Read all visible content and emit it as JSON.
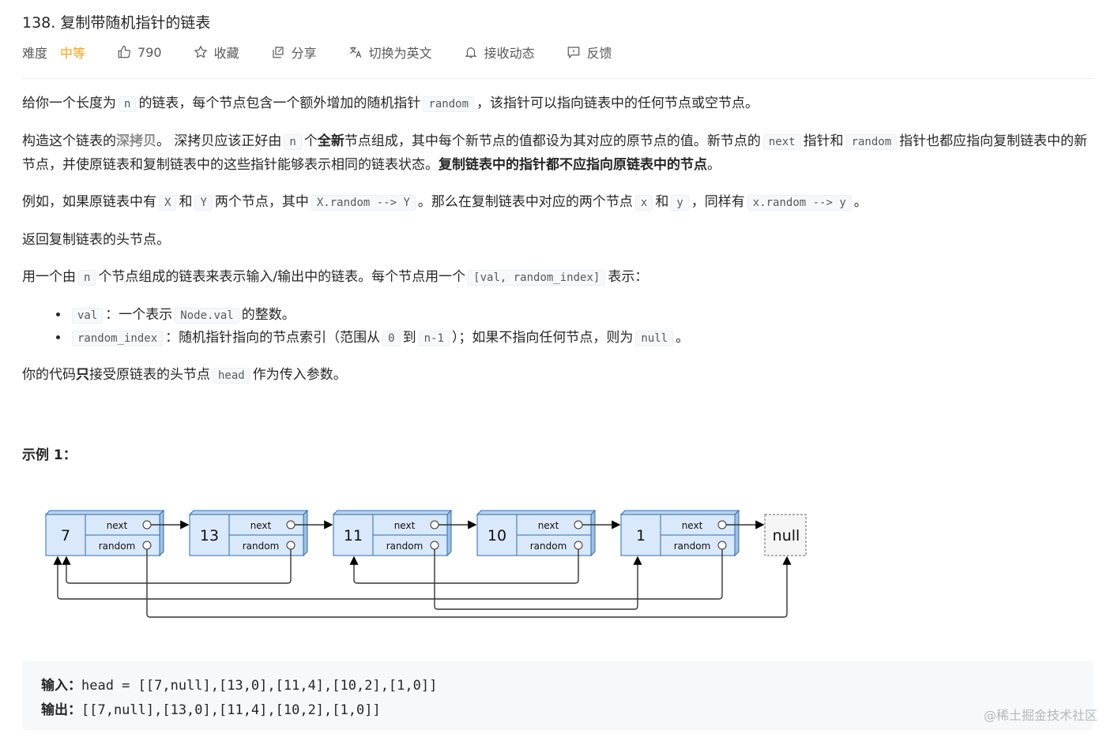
{
  "problem": {
    "title": "138. 复制带随机指针的链表",
    "difficulty_label": "难度",
    "difficulty": "中等",
    "likes": "790",
    "collect": "收藏",
    "share": "分享",
    "switch_lang": "切换为英文",
    "subscribe": "接收动态",
    "feedback": "反馈"
  },
  "desc": {
    "p1_a": "给你一个长度为",
    "p1_code1": "n",
    "p1_b": "的链表，每个节点包含一个额外增加的随机指针",
    "p1_code2": "random",
    "p1_c": "，该指针可以指向链表中的任何节点或空节点。",
    "p2_a": "构造这个链表的",
    "p2_bold1": "深拷贝",
    "p2_b": "。 深拷贝应该正好由",
    "p2_code1": "n",
    "p2_c": "个",
    "p2_bold2": "全新",
    "p2_d": "节点组成，其中每个新节点的值都设为其对应的原节点的值。新节点的",
    "p2_code2": "next",
    "p2_e": "指针和",
    "p2_code3": "random",
    "p2_f": "指针也都应指向复制链表中的新节点，并使原链表和复制链表中的这些指针能够表示相同的链表状态。",
    "p2_bold3": "复制链表中的指针都不应指向原链表中的节点",
    "p2_g": "。",
    "p3_a": "例如，如果原链表中有",
    "p3_code1": "X",
    "p3_b": "和",
    "p3_code2": "Y",
    "p3_c": "两个节点，其中",
    "p3_code3": "X.random --> Y",
    "p3_d": "。那么在复制链表中对应的两个节点",
    "p3_code4": "x",
    "p3_e": "和",
    "p3_code5": "y",
    "p3_f": "，同样有",
    "p3_code6": "x.random --> y",
    "p3_g": "。",
    "p4": "返回复制链表的头节点。",
    "p5_a": "用一个由",
    "p5_code1": "n",
    "p5_b": "个节点组成的链表来表示输入/输出中的链表。每个节点用一个",
    "p5_code2": "[val, random_index]",
    "p5_c": "表示：",
    "li1_code": "val",
    "li1_a": "：一个表示",
    "li1_code2": "Node.val",
    "li1_b": "的整数。",
    "li2_code": "random_index",
    "li2_a": "：随机指针指向的节点索引（范围从",
    "li2_code2": "0",
    "li2_b": "到",
    "li2_code3": "n-1",
    "li2_c": "）；如果不指向任何节点，则为",
    "li2_code4": "null",
    "li2_d": "。",
    "p6_a": "你的代码",
    "p6_bold": "只",
    "p6_b": "接受原链表的头节点",
    "p6_code": "head",
    "p6_c": "作为传入参数。"
  },
  "example": {
    "title": "示例 1：",
    "input_label": "输入：",
    "input_value": "head = [[7,null],[13,0],[11,4],[10,2],[1,0]]",
    "output_label": "输出：",
    "output_value": "[[7,null],[13,0],[11,4],[10,2],[1,0]]"
  },
  "diagram": {
    "nodes": [
      "7",
      "13",
      "11",
      "10",
      "1"
    ],
    "next_label": "next",
    "random_label": "random",
    "null_label": "null"
  },
  "watermark": "@稀土掘金技术社区"
}
